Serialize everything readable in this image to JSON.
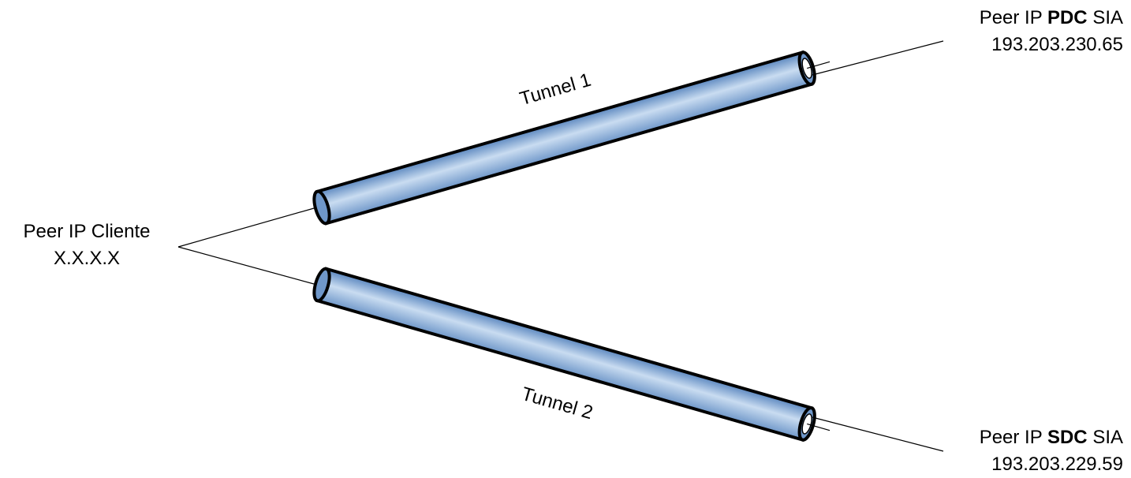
{
  "client": {
    "prefix": "Peer IP Cliente",
    "address": "X.X.X.X"
  },
  "pdc": {
    "prefix": "Peer IP",
    "site": "PDC",
    "suffix": "SIA",
    "address": "193.203.230.65"
  },
  "sdc": {
    "prefix": "Peer IP",
    "site": "SDC",
    "suffix": "SIA",
    "address": "193.203.229.59"
  },
  "tunnels": [
    {
      "label": "Tunnel 1"
    },
    {
      "label": "Tunnel 2"
    }
  ],
  "colors": {
    "tube_light": "#c9dcf1",
    "tube_mid": "#7aa3d3",
    "tube_dark": "#5b87bf",
    "outline": "#000000"
  }
}
